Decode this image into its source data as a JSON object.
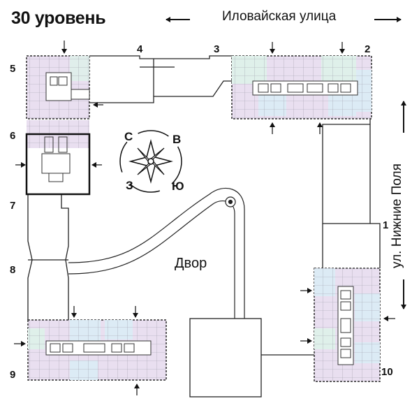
{
  "title": "30 уровень",
  "streets": {
    "top": "Иловайская улица",
    "right": "ул. Нижние Поля"
  },
  "yard_label": "Двор",
  "compass": {
    "n": "С",
    "e": "В",
    "w": "З",
    "s": "Ю"
  },
  "section_numbers": {
    "s1": "1",
    "s2": "2",
    "s3": "3",
    "s4": "4",
    "s5": "5",
    "s6": "6",
    "s7": "7",
    "s8": "8",
    "s9": "9",
    "s10": "10"
  },
  "colors": {
    "apartment_pink": "#e9dff0",
    "apartment_blue": "#dcebf5",
    "apartment_mint": "#dff0ea",
    "wall": "#2a2a2a",
    "corridor": "#ffffff"
  },
  "icons": {
    "direction_arrow": "double-headed-arrow",
    "entrance_marker": "arrow-icon",
    "compass": "compass-rose-icon"
  }
}
